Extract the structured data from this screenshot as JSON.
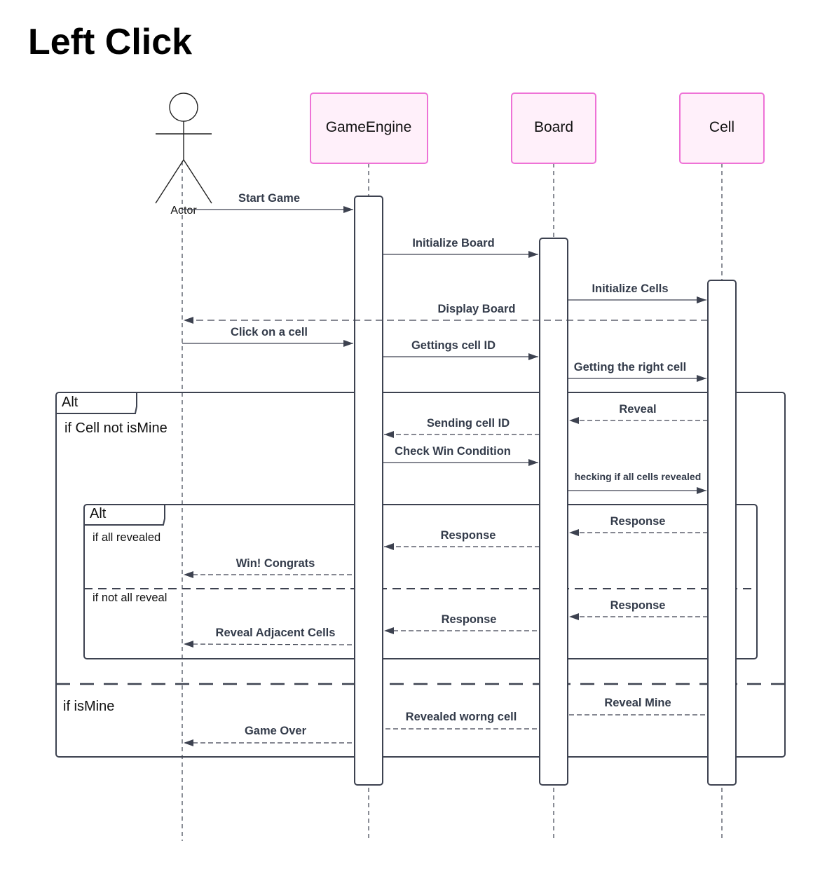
{
  "title": "Left Click",
  "actor": {
    "label": "Actor"
  },
  "participants": [
    {
      "id": "gameengine",
      "label": "GameEngine"
    },
    {
      "id": "board",
      "label": "Board"
    },
    {
      "id": "cell",
      "label": "Cell"
    }
  ],
  "participant_fill": "#fff0fa",
  "participant_border": "#ee72d6",
  "line_color": "#3d4250",
  "messages": {
    "start_game": "Start Game",
    "initialize_board": "Initialize Board",
    "initialize_cells": "Initialize Cells",
    "display_board": "Display Board",
    "click_cell": "Click on a cell",
    "getting_cell_id": "Gettings cell ID",
    "getting_right_cell": "Getting the right cell",
    "reveal": "Reveal",
    "sending_cell_id": "Sending cell ID",
    "check_win": "Check Win Condition",
    "checking_all_revealed": "hecking if all cells revealed",
    "response_cell_1": "Response",
    "response_board_1": "Response",
    "win": "Win! Congrats",
    "response_cell_2": "Response",
    "response_board_2": "Response",
    "reveal_adjacent": "Reveal Adjacent Cells",
    "reveal_mine": "Reveal Mine",
    "revealed_wrong": "Revealed worng cell",
    "game_over": "Game Over"
  },
  "frames": {
    "outer": {
      "tag": "Alt",
      "guard_1": "if Cell not isMine",
      "guard_2": "if isMine"
    },
    "inner": {
      "tag": "Alt",
      "guard_1": "if all revealed",
      "guard_2": "if not all reveal"
    }
  }
}
